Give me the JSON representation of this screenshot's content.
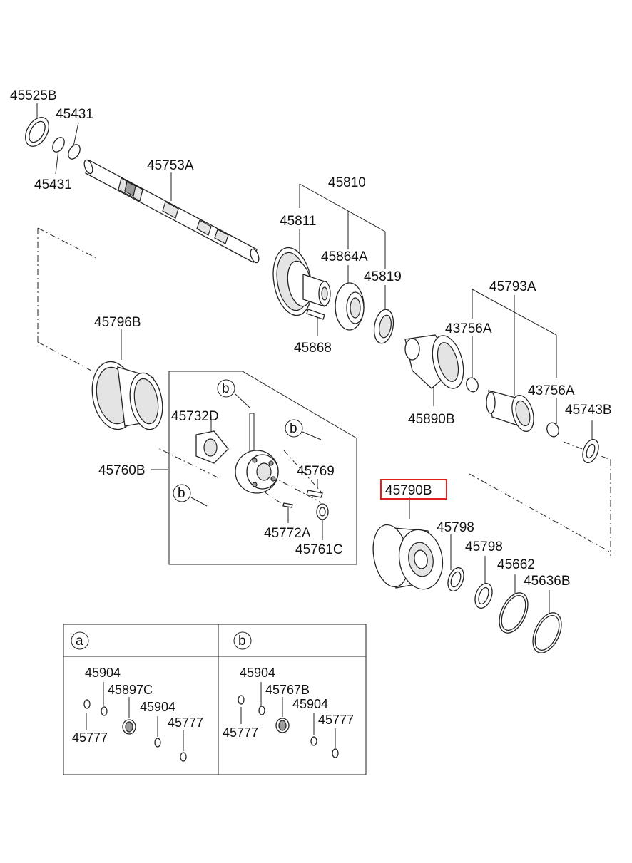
{
  "labels": {
    "p45525B": "45525B",
    "p45431_top": "45431",
    "p45431_bot": "45431",
    "p45753A": "45753A",
    "p45810": "45810",
    "p45811": "45811",
    "p45864A": "45864A",
    "p45819": "45819",
    "p45868": "45868",
    "p45796B": "45796B",
    "p45793A": "45793A",
    "p43756A_top": "43756A",
    "p43756A_bot": "43756A",
    "p45890B": "45890B",
    "p45743B": "45743B",
    "p45732D": "45732D",
    "p45760B": "45760B",
    "p45769": "45769",
    "p45772A": "45772A",
    "p45761C": "45761C",
    "p45790B": "45790B",
    "p45798_a": "45798",
    "p45798_b": "45798",
    "p45662": "45662",
    "p45636B": "45636B"
  },
  "callouts": {
    "b1": "b",
    "b2": "b",
    "b3": "b"
  },
  "legend": {
    "a": {
      "marker": "a",
      "items": [
        "45904",
        "45897C",
        "45904",
        "45777",
        "45777"
      ]
    },
    "b": {
      "marker": "b",
      "items": [
        "45904",
        "45767B",
        "45904",
        "45777",
        "45777"
      ]
    }
  },
  "highlight": "45790B"
}
